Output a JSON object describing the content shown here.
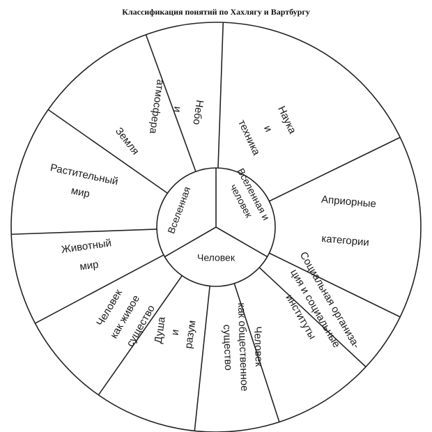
{
  "title": "Классификация понятий по Хахлягу и Вартбургу",
  "outer_segments": [
    {
      "id": "nebo",
      "label": [
        "Небо",
        "и",
        "атмосфера"
      ]
    },
    {
      "id": "nauka",
      "label": [
        "Наука",
        "и",
        "техника"
      ]
    },
    {
      "id": "apriornye",
      "label": [
        "Априорные",
        "категории"
      ]
    },
    {
      "id": "socialnaya",
      "label": [
        "Социальная организа-",
        "ция и социальные",
        "институты"
      ]
    },
    {
      "id": "chelovek-obshch",
      "label": [
        "Человек",
        "как общественное",
        "существо"
      ]
    },
    {
      "id": "dusha",
      "label": [
        "Душа",
        "и",
        "разум"
      ]
    },
    {
      "id": "chelovek-zhivoe",
      "label": [
        "Человек",
        "как живое",
        "существо"
      ]
    },
    {
      "id": "zhivotnyj",
      "label": [
        "Животный",
        "мир"
      ]
    },
    {
      "id": "rastitelnyj",
      "label": [
        "Растительный",
        "мир"
      ]
    },
    {
      "id": "zemlya",
      "label": [
        "Земля"
      ]
    }
  ],
  "inner_segments": [
    {
      "id": "vselennaya",
      "label": [
        "Вселенная"
      ]
    },
    {
      "id": "vselennaya-i-chelovek",
      "label": [
        "Вселенная и",
        "человек"
      ]
    },
    {
      "id": "chelovek",
      "label": [
        "Человек"
      ]
    }
  ],
  "colors": {
    "line": "#222222",
    "text": "#1a1a1a",
    "background": "#ffffff"
  }
}
